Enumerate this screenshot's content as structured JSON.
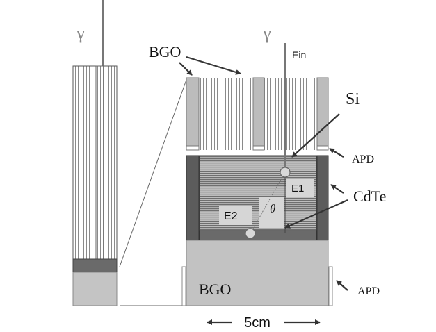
{
  "labels": {
    "gamma_left": "γ",
    "gamma_right": "γ",
    "bgo_top": "BGO",
    "ein": "Ein",
    "si": "Si",
    "apd_top": "APD",
    "e1": "E1",
    "cdte": "CdTe",
    "e2": "E2",
    "theta": "θ",
    "bgo_bottom": "BGO",
    "apd_bottom": "APD",
    "scale": "5cm"
  },
  "colors": {
    "line": "#333333",
    "bgo_light": "#c8c8c8",
    "bgo_dark": "#a8a8a8",
    "cdte_side": "#5a5a5a",
    "stripe_dark": "#666666",
    "stripe_mid": "#9a9a9a",
    "label_box": "#d4d4d4"
  }
}
